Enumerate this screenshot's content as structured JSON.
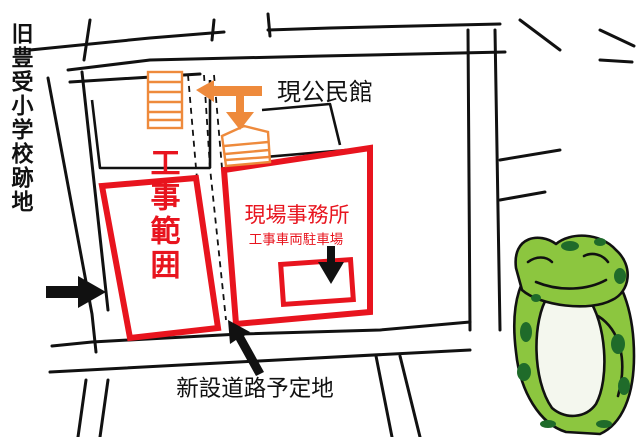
{
  "labels": {
    "current_hall": "現公民館",
    "site_office": "現場事務所",
    "vehicle_parking": "工事車両駐車場",
    "construction_area": "工事範囲",
    "old_school_site": "旧豊受小学校跡地",
    "new_road_site": "新設道路予定地"
  },
  "colors": {
    "construction": "#e8141e",
    "building": "#ee8a3c",
    "road_line": "#111111",
    "frog_body": "#8cc63f",
    "frog_dark": "#1f6b2a",
    "frog_belly": "#f4f7ee"
  },
  "icons": [
    "old-hall-building-icon",
    "new-hall-building-icon",
    "frog-mascot-icon"
  ]
}
